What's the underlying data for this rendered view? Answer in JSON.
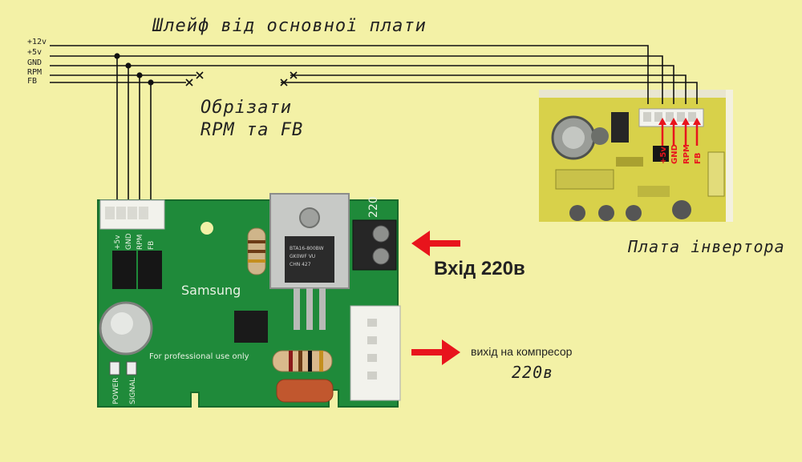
{
  "cable_title": "Шлейф від основної плати",
  "wires": [
    "+12v",
    "+5v",
    "GND",
    "RPM",
    "FB"
  ],
  "cut_note": [
    "Обрізати",
    "RPM та FB"
  ],
  "inverter_board_label": "Плата інвертора",
  "input_label": "Вхід 220в",
  "output_label": [
    "вихід на компресор",
    "220в"
  ],
  "module_board": {
    "brand": "Samsung",
    "footer_text": "For professional use only",
    "pin_labels": [
      "+5v",
      "GND",
      "RPM",
      "FB"
    ],
    "voltage_mark": "220",
    "led_labels": [
      "POWER",
      "SIGNAL"
    ],
    "triac_marking": [
      "BTA16-800BW",
      "GK0WF VU",
      "CHN 427"
    ]
  },
  "inverter_board": {
    "pin_labels": [
      "+5v",
      "GND",
      "RPM",
      "FB"
    ]
  },
  "colors": {
    "background": "#f3f1a6",
    "pcb_green": "#1f8a3a",
    "inverter_pcb": "#d9d24a",
    "arrow_red": "#e8141c",
    "wire": "#111111"
  }
}
